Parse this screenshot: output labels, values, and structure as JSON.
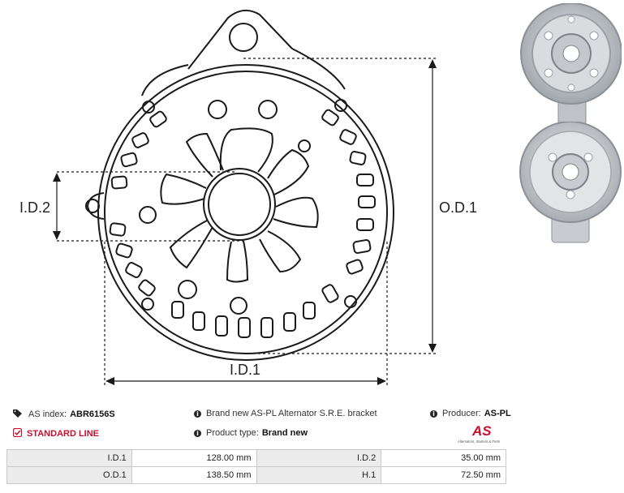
{
  "drawing": {
    "labels": {
      "id1": "I.D.1",
      "id2": "I.D.2",
      "od1": "O.D.1"
    }
  },
  "photos": [
    {
      "name": "bracket-photo-top",
      "desc_icon": "bracket-back-photo"
    },
    {
      "name": "bracket-photo-bottom",
      "desc_icon": "bracket-front-photo"
    }
  ],
  "info": {
    "as_index_label": "AS index:",
    "as_index_value": "ABR6156S",
    "line_label": "STANDARD LINE",
    "description": "Brand new AS-PL Alternator S.R.E. bracket",
    "product_type_label": "Product type:",
    "product_type_value": "Brand new",
    "producer_label": "Producer:",
    "producer_value": "AS-PL",
    "logo_text": "AS",
    "logo_tagline": "Alternators, Starters & Parts"
  },
  "specs": [
    {
      "k1": "I.D.1",
      "v1": "128.00 mm",
      "k2": "I.D.2",
      "v2": "35.00 mm"
    },
    {
      "k1": "O.D.1",
      "v1": "138.50 mm",
      "k2": "H.1",
      "v2": "72.50 mm"
    }
  ],
  "colors": {
    "accent": "#c8102e",
    "table_key_bg": "#ececec",
    "border": "#c9c9c9"
  }
}
